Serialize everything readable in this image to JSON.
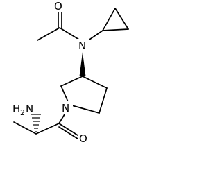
{
  "molecule": {
    "atoms": {
      "o_acetyl": "O",
      "n_amide": "N",
      "n_ring": "N",
      "o_amide": "O",
      "nh2_main": "H",
      "nh2_sub": "2",
      "nh2_n": "N"
    },
    "colors": {
      "bond": "#000000",
      "label": "#000000",
      "background": "#ffffff"
    }
  }
}
